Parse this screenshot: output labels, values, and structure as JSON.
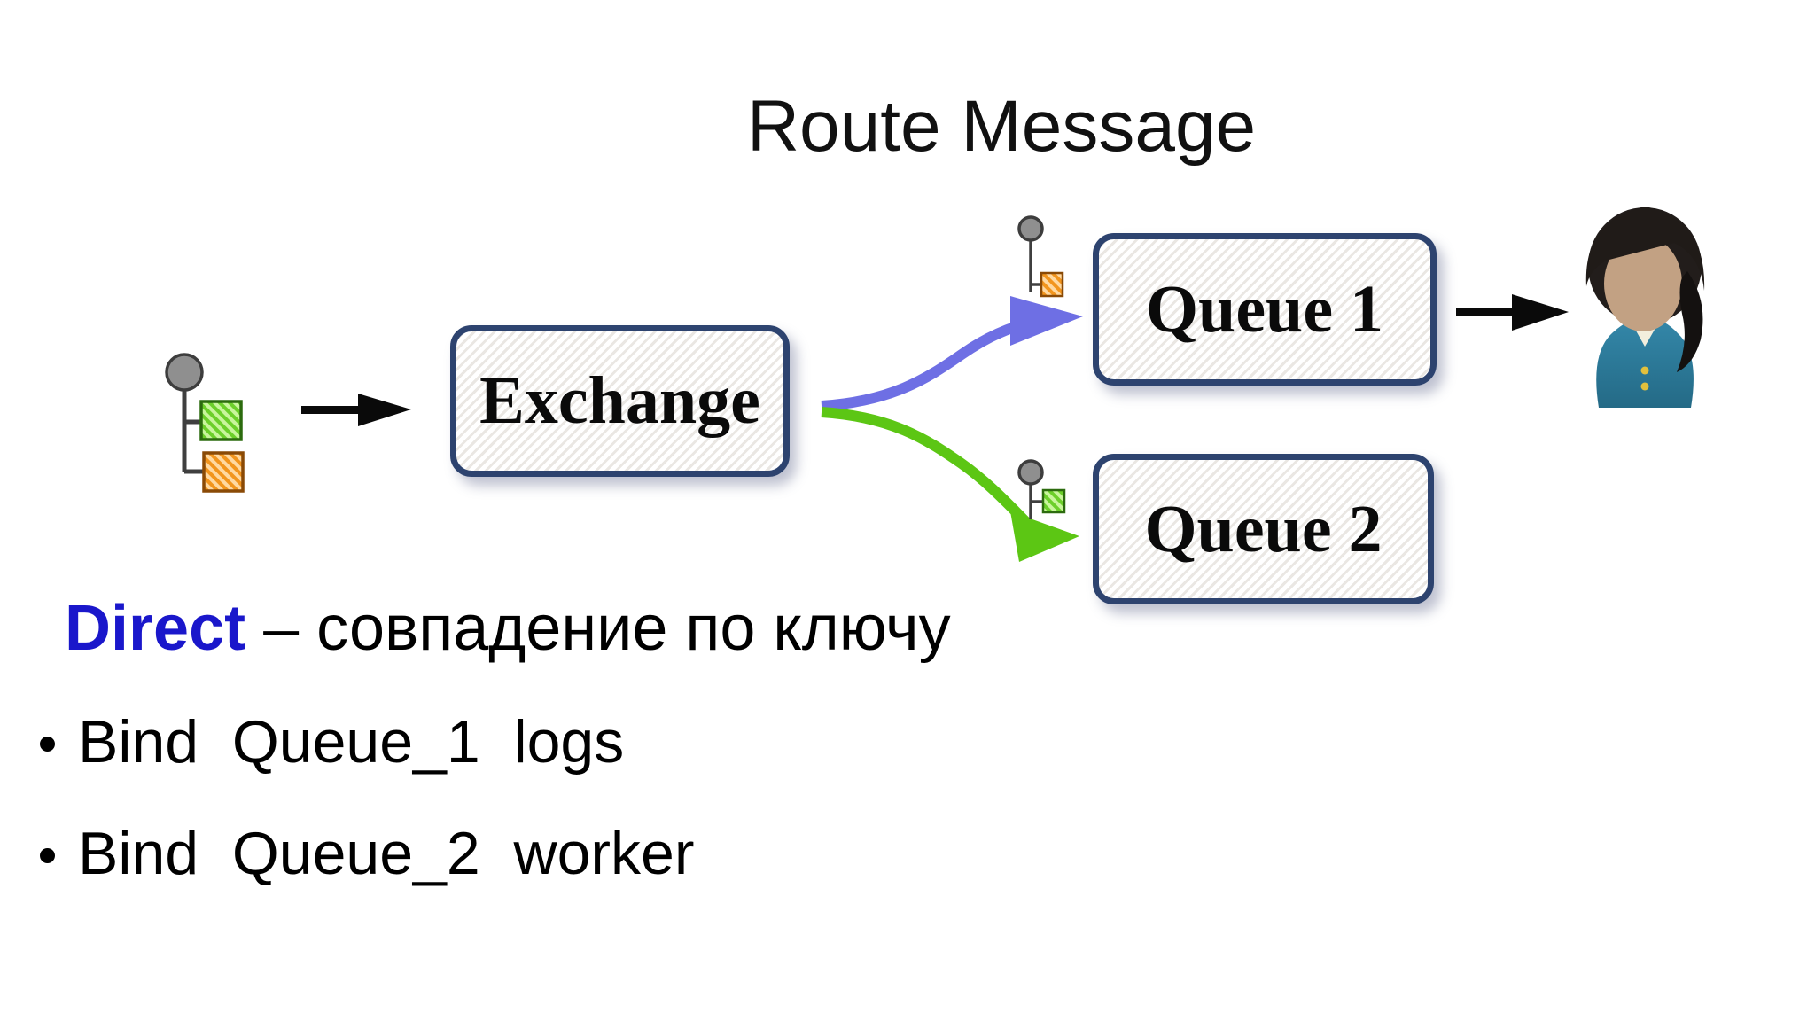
{
  "slide": {
    "title": "Route Message"
  },
  "diagram": {
    "exchange_label": "Exchange",
    "queue1_label": "Queue 1",
    "queue2_label": "Queue 2",
    "icons": {
      "producer_message_icon": "message-with-green-and-orange-routing-keys",
      "queue1_routing_key_icon": "message-key-orange-square",
      "queue2_routing_key_icon": "message-key-green-square",
      "consumer_icon": "person-consumer",
      "arrow_producer_to_exchange": "black-right-arrow",
      "arrow_exchange_to_queue1": "blue-curved-arrow",
      "arrow_exchange_to_queue2": "green-curved-arrow",
      "arrow_queue1_to_consumer": "black-right-arrow"
    }
  },
  "caption": {
    "term": "Direct",
    "rest": " – совпадение по ключу"
  },
  "bullets": [
    {
      "text": "Bind  Queue_1  logs"
    },
    {
      "text": "Bind  Queue_2  worker"
    }
  ],
  "colors": {
    "node_border": "#2d436f",
    "node_fill_stripe": "#eae7e3",
    "arrow_black": "#0a0a0a",
    "arrow_blue": "#6e6fe4",
    "arrow_green": "#5cc614",
    "key_circle_gray": "#8f8f8f",
    "key_green_fill": "#6ccf2a",
    "key_green_border": "#2c6b0e",
    "key_orange_fill": "#f2951d",
    "key_orange_border": "#8a4a06",
    "direct_blue": "#1a17cb",
    "person_shirt": "#2f7fa0",
    "person_skin": "#c2a183",
    "person_hair": "#201b18"
  }
}
